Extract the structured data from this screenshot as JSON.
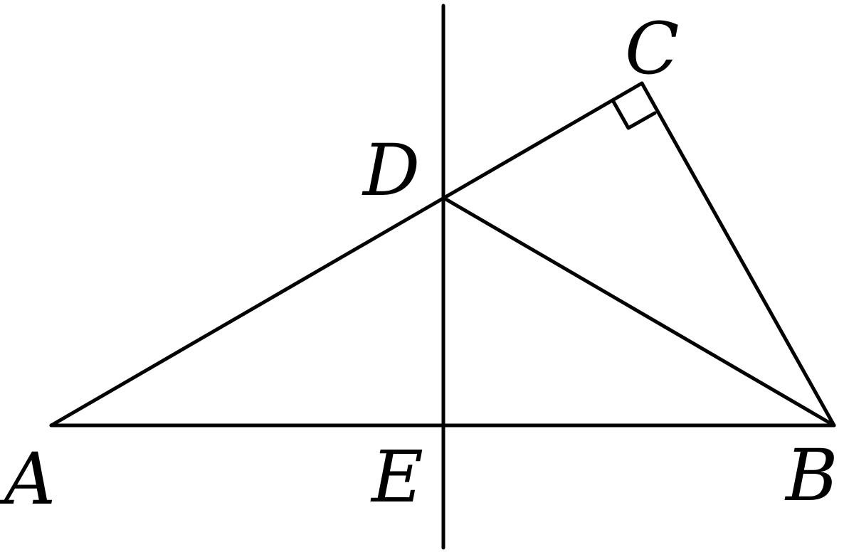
{
  "diagram": {
    "type": "geometry",
    "points": {
      "A": {
        "label": "A"
      },
      "B": {
        "label": "B"
      },
      "C": {
        "label": "C"
      },
      "D": {
        "label": "D"
      },
      "E": {
        "label": "E"
      }
    },
    "segments": [
      [
        "A",
        "B"
      ],
      [
        "A",
        "C"
      ],
      [
        "B",
        "C"
      ],
      [
        "B",
        "D"
      ]
    ],
    "perpendicular_line": {
      "through": "E",
      "passes": "D",
      "perpendicular_to": "AB"
    },
    "right_angle_at": "C",
    "line_color": "#000000"
  }
}
